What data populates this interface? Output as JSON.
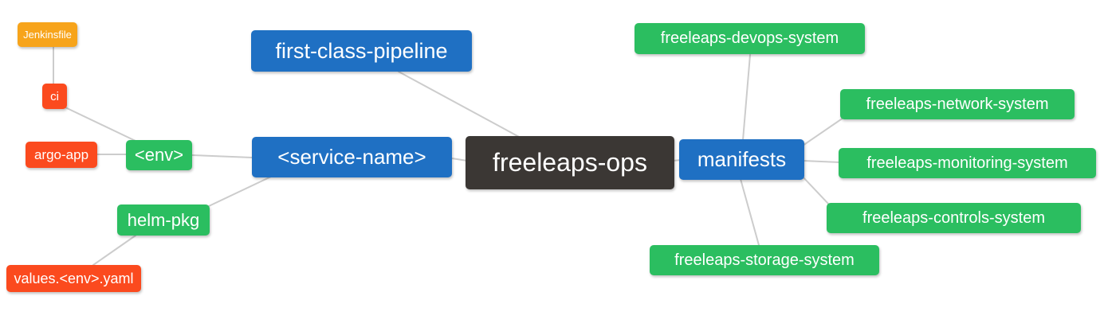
{
  "nodes": {
    "freeleaps_ops": {
      "label": "freeleaps-ops"
    },
    "first_class_pipeline": {
      "label": "first-class-pipeline"
    },
    "service_name": {
      "label": "<service-name>"
    },
    "env": {
      "label": "<env>"
    },
    "ci": {
      "label": "ci"
    },
    "jenkinsfile": {
      "label": "Jenkinsfile"
    },
    "argo_app": {
      "label": "argo-app"
    },
    "helm_pkg": {
      "label": "helm-pkg"
    },
    "values_env_yaml": {
      "label": "values.<env>.yaml"
    },
    "manifests": {
      "label": "manifests"
    },
    "freeleaps_devops_system": {
      "label": "freeleaps-devops-system"
    },
    "freeleaps_network_system": {
      "label": "freeleaps-network-system"
    },
    "freeleaps_monitoring_system": {
      "label": "freeleaps-monitoring-system"
    },
    "freeleaps_controls_system": {
      "label": "freeleaps-controls-system"
    },
    "freeleaps_storage_system": {
      "label": "freeleaps-storage-system"
    }
  },
  "edges": [
    {
      "from": "jenkinsfile",
      "to": "ci"
    },
    {
      "from": "ci",
      "to": "env"
    },
    {
      "from": "argo_app",
      "to": "env"
    },
    {
      "from": "env",
      "to": "service_name"
    },
    {
      "from": "helm_pkg",
      "to": "service_name"
    },
    {
      "from": "values_env_yaml",
      "to": "helm_pkg"
    },
    {
      "from": "first_class_pipeline",
      "to": "freeleaps_ops"
    },
    {
      "from": "service_name",
      "to": "freeleaps_ops"
    },
    {
      "from": "freeleaps_ops",
      "to": "manifests"
    },
    {
      "from": "manifests",
      "to": "freeleaps_devops_system"
    },
    {
      "from": "manifests",
      "to": "freeleaps_network_system"
    },
    {
      "from": "manifests",
      "to": "freeleaps_monitoring_system"
    },
    {
      "from": "manifests",
      "to": "freeleaps_controls_system"
    },
    {
      "from": "manifests",
      "to": "freeleaps_storage_system"
    }
  ],
  "colors": {
    "root_node": "#3b3734",
    "branch_node": "#1f70c3",
    "green_node": "#2bbe60",
    "red_node": "#fb4a1e",
    "amber_node": "#f7a41b",
    "edge_line": "#cccccc",
    "node_text": "#ffffff",
    "background": "#ffffff"
  }
}
